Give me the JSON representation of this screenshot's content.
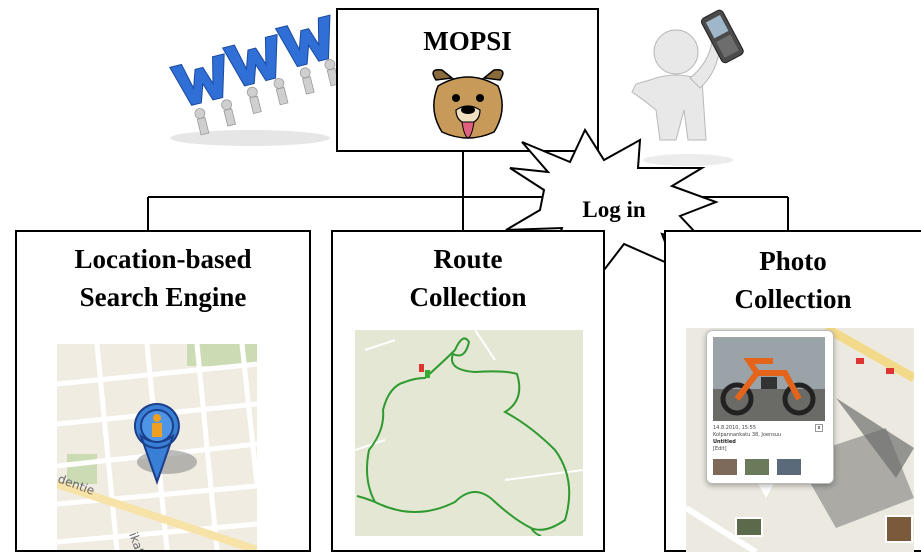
{
  "root": {
    "title": "MOPSI",
    "mascot_icon": "dog-face-icon"
  },
  "login": {
    "label": "Log in"
  },
  "decor": {
    "left_icon": "www-letters-people-icon",
    "right_icon": "person-phone-icon"
  },
  "children": [
    {
      "title_line1": "Location-based",
      "title_line2": "Search Engine",
      "image": "map-pin-icon"
    },
    {
      "title_line1": "Route",
      "title_line2": "Collection",
      "image": "route-map-icon"
    },
    {
      "title_line1": "Photo",
      "title_line2": "Collection",
      "image": "photo-map-icon",
      "popup": {
        "text1": "14.8.2010, 15:55",
        "text2": "Kolpannankatu 38, Joensuu",
        "text3": "Untitled",
        "text4": "[Edit]"
      }
    }
  ]
}
